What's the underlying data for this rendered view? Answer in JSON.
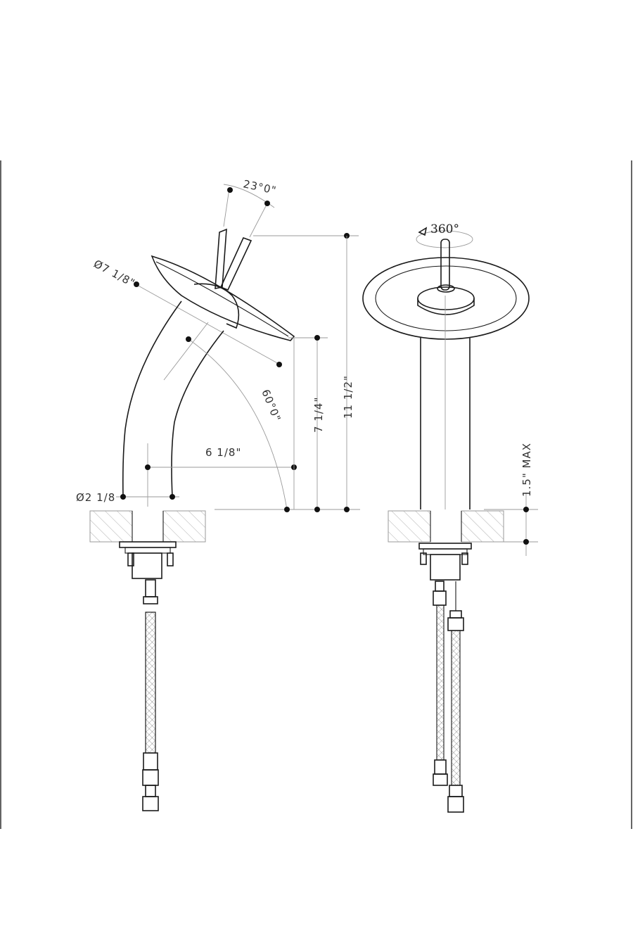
{
  "drawing": {
    "side_view": {
      "handle_angle": "23°0\"",
      "spout_diameter": "Ø7 1/8\"",
      "spout_angle": "60°0\"",
      "spout_reach": "6 1/8\"",
      "spout_height": "7 1/4\"",
      "overall_height": "11 1/2\"",
      "base_diameter": "Ø2 1/8"
    },
    "front_view": {
      "rotation": "360°",
      "counter_thickness": "1.5\" MAX"
    }
  }
}
